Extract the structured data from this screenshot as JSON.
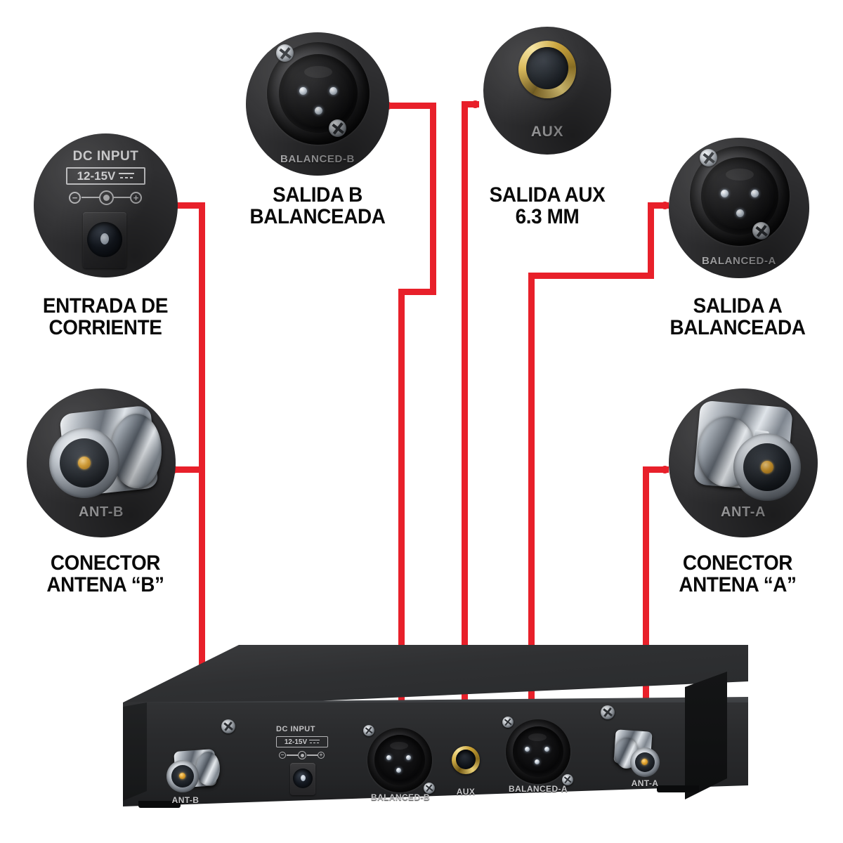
{
  "accent_color": "#E8202A",
  "background_color": "#FFFFFF",
  "callouts": [
    {
      "id": "dc-input",
      "caption": "ENTRADA DE\nCORRIENTE",
      "connector_label": "DC INPUT",
      "voltage_box": "12-15V",
      "icon": "dc-barrel-jack-icon"
    },
    {
      "id": "balanced-b",
      "caption": "SALIDA B\nBALANCEADA",
      "connector_label": "BALANCED-B",
      "icon": "xlr-male-connector-icon"
    },
    {
      "id": "aux",
      "caption": "SALIDA AUX\n6.3 MM",
      "connector_label": "AUX",
      "icon": "quarter-inch-jack-icon"
    },
    {
      "id": "balanced-a",
      "caption": "SALIDA A\nBALANCEADA",
      "connector_label": "BALANCED-A",
      "icon": "xlr-male-connector-icon"
    },
    {
      "id": "ant-b",
      "caption": "CONECTOR\nANTENA “B”",
      "connector_label": "ANT-B",
      "icon": "bnc-connector-icon"
    },
    {
      "id": "ant-a",
      "caption": "CONECTOR\nANTENA “A”",
      "connector_label": "ANT-A",
      "icon": "bnc-connector-icon"
    }
  ],
  "device": {
    "dc_input_label": "DC INPUT",
    "dc_voltage": "12-15V",
    "port_labels": {
      "ant_b": "ANT-B",
      "balanced_b": "BALANCED-B",
      "aux": "AUX",
      "balanced_a": "BALANCED-A",
      "ant_a": "ANT-A"
    }
  }
}
